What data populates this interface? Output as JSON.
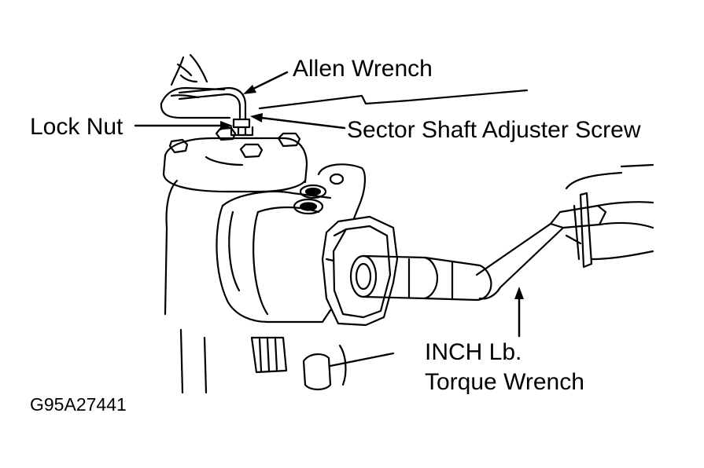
{
  "labels": {
    "allen_wrench": "Allen Wrench",
    "lock_nut": "Lock Nut",
    "sector_shaft": "Sector Shaft Adjuster Screw",
    "inch_lb": "INCH Lb.",
    "torque_wrench": "Torque Wrench"
  },
  "figure_id": "G95A27441",
  "colors": {
    "ink": "#000000",
    "paper": "#ffffff"
  }
}
